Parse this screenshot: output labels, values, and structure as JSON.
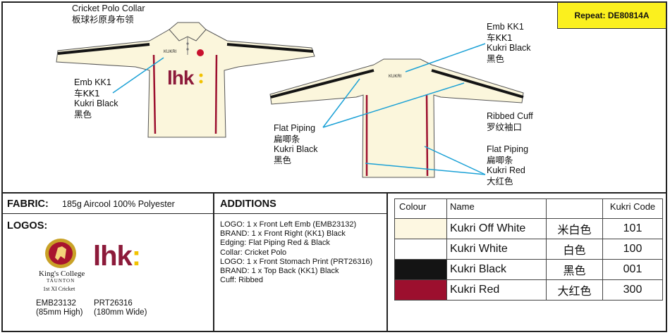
{
  "repeat": "Repeat:  DE80814A",
  "collar_label": [
    "Cricket Polo Collar",
    "板球衫原身布领"
  ],
  "emb_front": [
    "Emb KK1",
    "车KK1",
    "Kukri Black",
    "黑色"
  ],
  "emb_back": [
    "Emb KK1",
    "车KK1",
    "Kukri Black",
    "黑色"
  ],
  "flat_piping_black": [
    "Flat Piping",
    "扁唧条",
    "Kukri Black",
    "黑色"
  ],
  "ribbed_cuff": [
    "Ribbed Cuff",
    "罗纹袖口"
  ],
  "flat_piping_red": [
    "Flat Piping",
    "扁唧条",
    "Kukri Red",
    "大红色"
  ],
  "shirt_brand": "KUKRI",
  "shirt_logo": "lhk",
  "fabric": {
    "label": "FABRIC:",
    "value": "185g Aircool 100% Polyester"
  },
  "logos": {
    "label": "LOGOS:",
    "school_name": "King's College",
    "school_town": "TAUNTON",
    "school_team": "1st XI Cricket",
    "logo_mark": "lhk",
    "logo_dot": ":",
    "emb_code": "EMB23132",
    "emb_size": "(85mm High)",
    "prt_code": "PRT26316",
    "prt_size": "(180mm Wide)"
  },
  "additions": {
    "label": "ADDITIONS",
    "lines": [
      "LOGO: 1 x Front Left Emb (EMB23132)",
      "BRAND: 1 x Front Right (KK1) Black",
      "Edging: Flat Piping Red & Black",
      "Collar: Cricket Polo",
      "LOGO: 1 x Front Stomach Print (PRT26316)",
      "BRAND: 1 x Top Back (KK1) Black",
      "Cuff: Ribbed"
    ]
  },
  "colour_table": {
    "headers": [
      "Colour",
      "Name",
      "",
      "Kukri Code"
    ],
    "rows": [
      {
        "swatch": "#fdf7e1",
        "name": "Kukri Off White",
        "cn": "米白色",
        "code": "101"
      },
      {
        "swatch": "#ffffff",
        "name": "Kukri White",
        "cn": "白色",
        "code": "100"
      },
      {
        "swatch": "#141414",
        "name": "Kukri Black",
        "cn": "黑色",
        "code": "001"
      },
      {
        "swatch": "#9c0f2e",
        "name": "Kukri Red",
        "cn": "大红色",
        "code": "300"
      }
    ]
  },
  "colors": {
    "offwhite": "#fbf6dc",
    "red": "#9c0f2e",
    "black": "#141414",
    "callout": "#1ba1d6",
    "repeat_bg": "#fbf01e"
  }
}
